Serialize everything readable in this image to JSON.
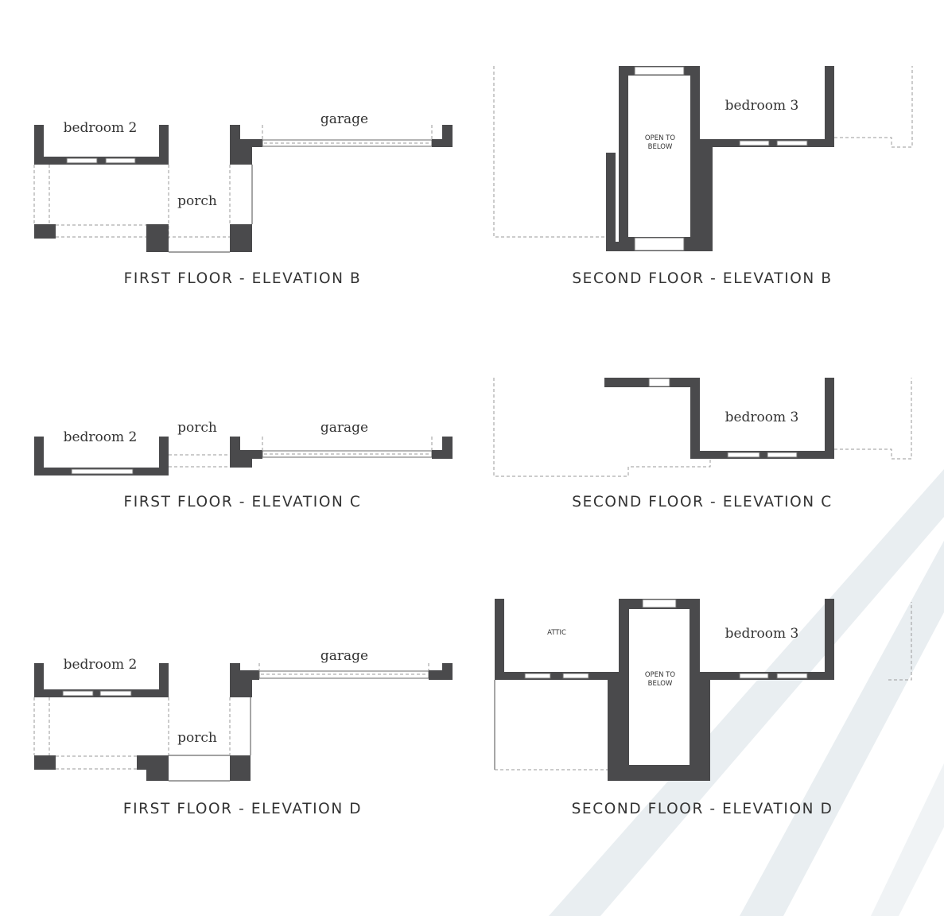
{
  "colors": {
    "wall": "#4a4a4c",
    "background": "#ffffff",
    "accent_stripe": "#e9eef1"
  },
  "plans": [
    {
      "title": "FIRST FLOOR - ELEVATION B",
      "rooms": {
        "bedroom": "bedroom 2",
        "porch": "porch",
        "garage": "garage"
      }
    },
    {
      "title": "SECOND FLOOR - ELEVATION B",
      "rooms": {
        "bedroom": "bedroom 3",
        "open_line1": "OPEN TO",
        "open_line2": "BELOW"
      }
    },
    {
      "title": "FIRST FLOOR - ELEVATION C",
      "rooms": {
        "bedroom": "bedroom 2",
        "porch": "porch",
        "garage": "garage"
      }
    },
    {
      "title": "SECOND FLOOR - ELEVATION C",
      "rooms": {
        "bedroom": "bedroom 3"
      }
    },
    {
      "title": "FIRST FLOOR - ELEVATION D",
      "rooms": {
        "bedroom": "bedroom 2",
        "porch": "porch",
        "garage": "garage"
      }
    },
    {
      "title": "SECOND FLOOR - ELEVATION D",
      "rooms": {
        "attic": "ATTIC",
        "bedroom": "bedroom 3",
        "open_line1": "OPEN TO",
        "open_line2": "BELOW"
      }
    }
  ]
}
